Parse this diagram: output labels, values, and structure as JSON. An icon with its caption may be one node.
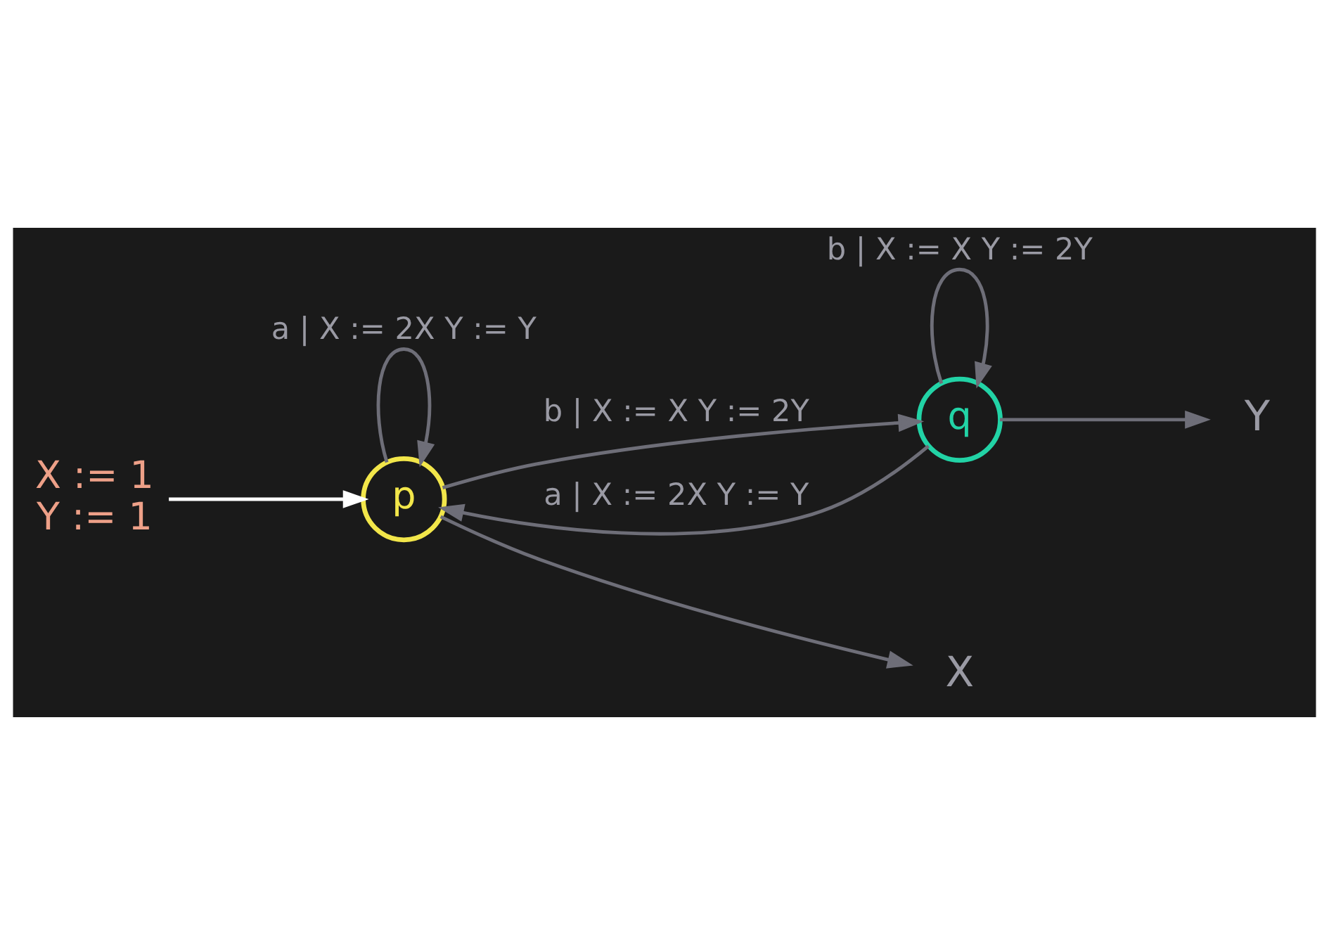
{
  "diagram": {
    "nodes": [
      {
        "text": [
          "X := 1",
          "Y := 1"
        ]
      },
      {
        "text": [
          "p"
        ]
      },
      {
        "text": [
          "q"
        ]
      },
      {
        "text": [
          "X"
        ]
      },
      {
        "text": [
          "Y"
        ]
      }
    ],
    "edges": [
      {
        "from": 0,
        "to": 1,
        "arrow": "to",
        "color": "#ffffff"
      },
      {
        "from": 1,
        "to": 1,
        "arrow": "to",
        "label": "a | X := 2X Y := Y"
      },
      {
        "from": 1,
        "to": 2,
        "arrow": "to",
        "label": "b | X := X Y := 2Y"
      },
      {
        "from": 2,
        "to": 2,
        "arrow": "to",
        "label": "b | X := X Y := 2Y"
      },
      {
        "from": 2,
        "to": 1,
        "arrow": "to",
        "label": "a | X := 2X Y := Y"
      },
      {
        "from": 1,
        "to": 3,
        "arrow": "to"
      },
      {
        "from": 2,
        "to": 4,
        "arrow": "to"
      }
    ]
  }
}
